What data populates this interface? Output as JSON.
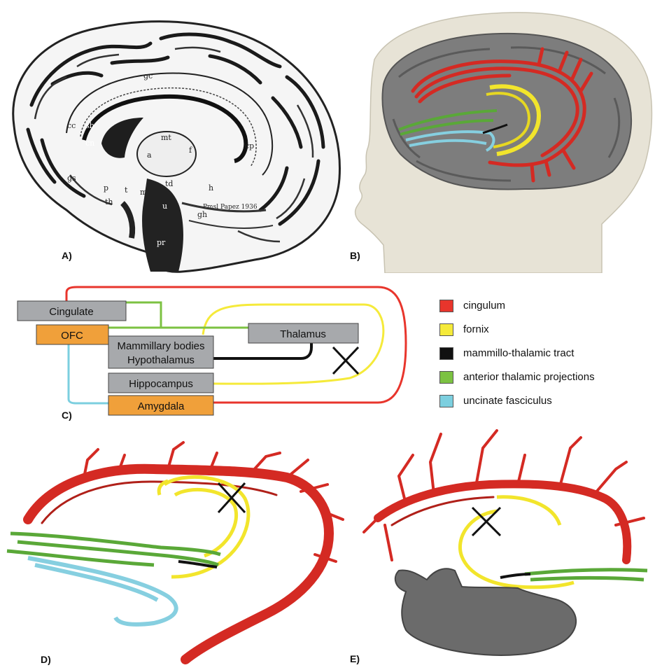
{
  "panels": {
    "a": {
      "label": "A)"
    },
    "b": {
      "label": "B)"
    },
    "c": {
      "label": "C)"
    },
    "d": {
      "label": "D)"
    },
    "e": {
      "label": "E)"
    }
  },
  "sketch_labels": {
    "gc": "gc",
    "cc": "cc",
    "sb": "sb",
    "cn": "cn",
    "a": "a",
    "mt": "mt",
    "f": "f",
    "cp": "cp",
    "gs": "gs",
    "p": "p",
    "th": "th",
    "t": "t",
    "m": "m",
    "td": "td",
    "u": "u",
    "gh": "gh",
    "h": "h",
    "pr": "pr",
    "signature": "Pmsl Papez 1936"
  },
  "circuit": {
    "boxes": {
      "cingulate": "Cingulate",
      "ofc": "OFC",
      "mammillary_line1": "Mammillary bodies",
      "mammillary_line2": "Hypothalamus",
      "thalamus": "Thalamus",
      "hippocampus": "Hippocampus",
      "amygdala": "Amygdala"
    },
    "box_colors": {
      "gray": "#a7a9ac",
      "orange": "#f0a03a"
    }
  },
  "legend": [
    {
      "label": "cingulum",
      "color": "#e8352c"
    },
    {
      "label": "fornix",
      "color": "#f5ea3a"
    },
    {
      "label": "mammillo-thalamic tract",
      "color": "#111111"
    },
    {
      "label": "anterior thalamic projections",
      "color": "#7cc242"
    },
    {
      "label": "uncinate fasciculus",
      "color": "#7ccfdf"
    }
  ],
  "tract_colors": {
    "cingulum": "#d42a23",
    "fornix": "#f2e52c",
    "mtt": "#111111",
    "anterior": "#5aa838",
    "uncinate": "#86cfe0"
  }
}
